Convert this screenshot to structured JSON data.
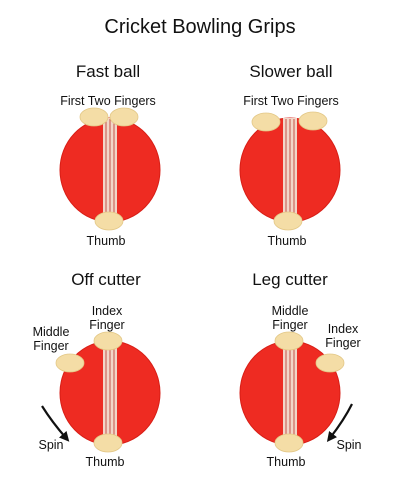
{
  "title": "Cricket Bowling Grips",
  "colors": {
    "ball": "#ee2b22",
    "ball_dark": "#d81e16",
    "seam": "#f2d6c8",
    "seam_line": "#b8322a",
    "finger": "#f4dda6",
    "finger_edge": "#e3c887",
    "arrow": "#111111"
  },
  "grips": [
    {
      "name": "Fast ball",
      "labels": {
        "top": "First Two Fingers",
        "bottom": "Thumb"
      }
    },
    {
      "name": "Slower ball",
      "labels": {
        "top": "First Two Fingers",
        "bottom": "Thumb"
      }
    },
    {
      "name": "Off cutter",
      "labels": {
        "index_1": "Index",
        "index_2": "Finger",
        "middle_1": "Middle",
        "middle_2": "Finger",
        "spin": "Spin",
        "bottom": "Thumb"
      },
      "icons": {
        "spin": "curved-arrow-down-icon"
      }
    },
    {
      "name": "Leg cutter",
      "labels": {
        "middle_1": "Middle",
        "middle_2": "Finger",
        "index_1": "Index",
        "index_2": "Finger",
        "spin": "Spin",
        "bottom": "Thumb"
      },
      "icons": {
        "spin": "curved-arrow-down-icon"
      }
    }
  ]
}
